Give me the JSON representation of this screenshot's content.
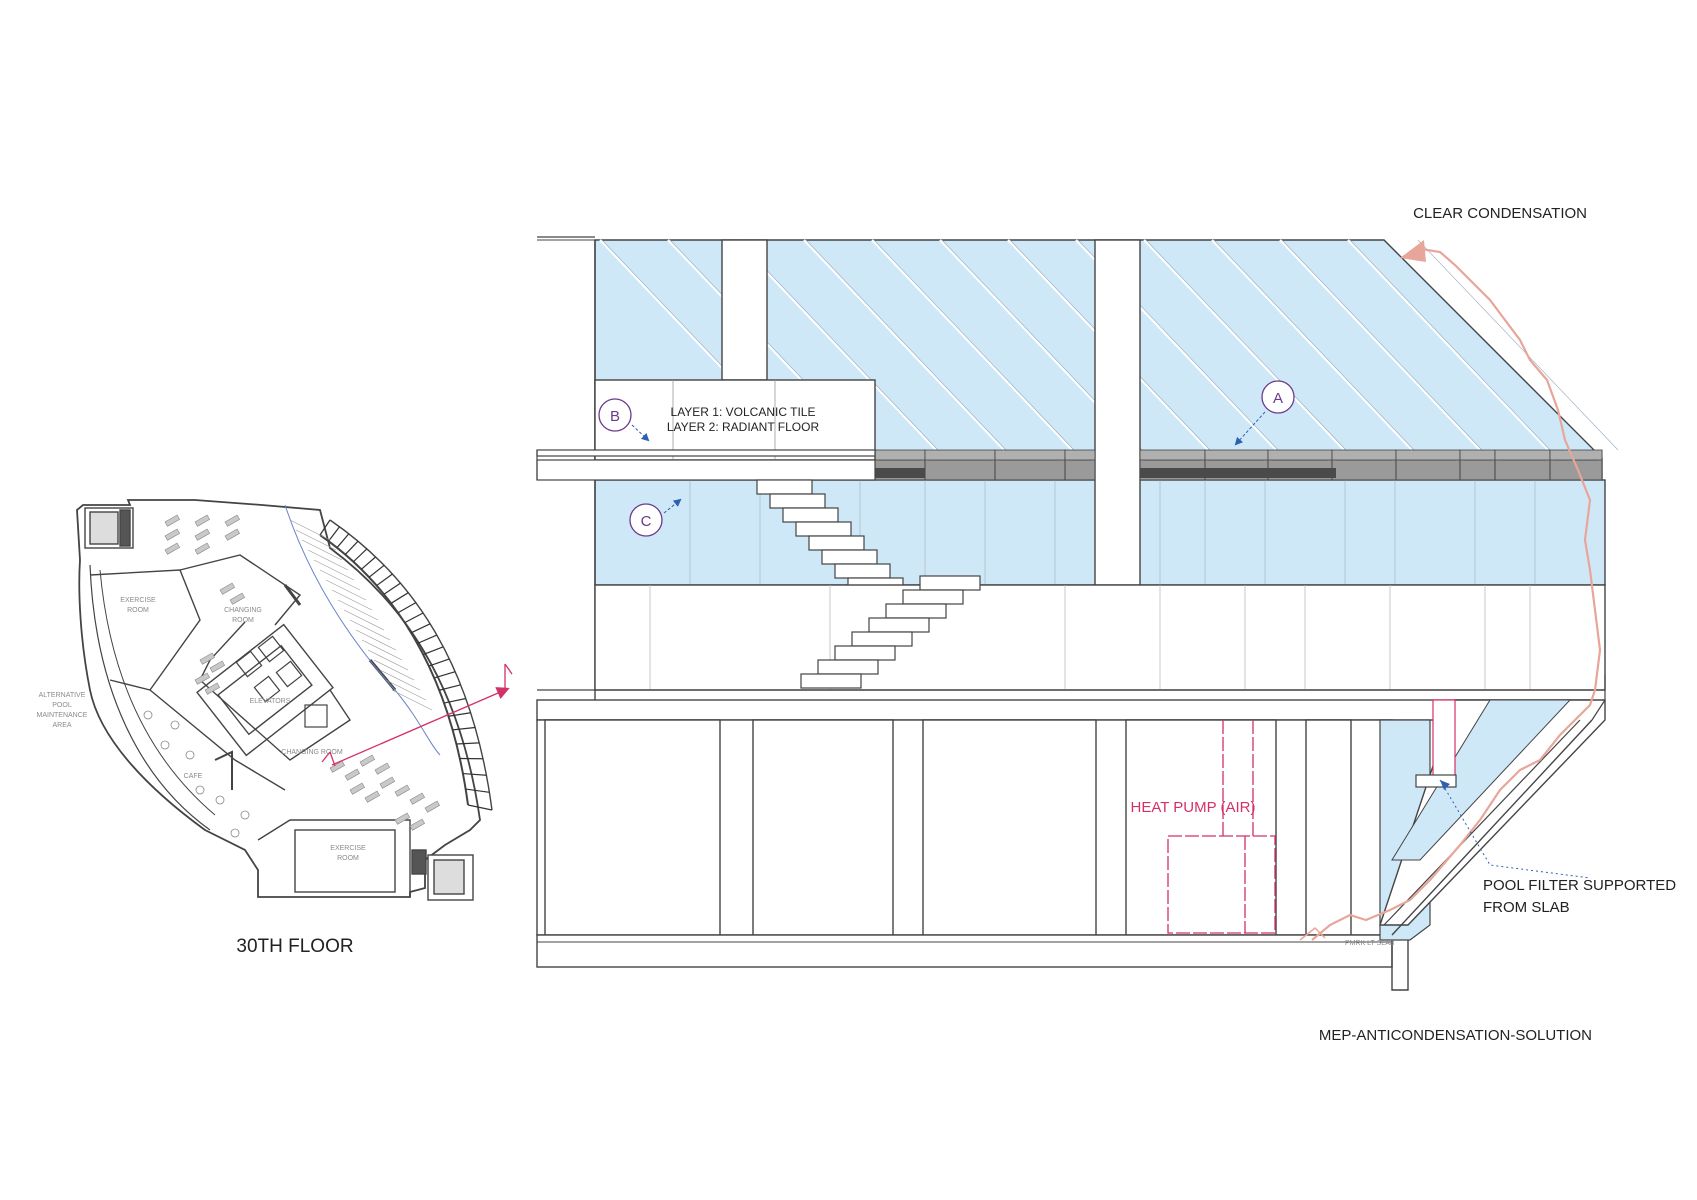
{
  "floor_plan": {
    "caption": "30TH FLOOR",
    "rooms": {
      "exercise_top": [
        "EXERCISE",
        "ROOM"
      ],
      "changing_top": [
        "CHANGING",
        "ROOM"
      ],
      "alt_pool": [
        "ALTERNATIVE",
        "POOL",
        "MAINTENANCE",
        "AREA"
      ],
      "elevators": "ELEVATORS",
      "changing_bottom": "CHANGING ROOM",
      "cafe": "CAFE",
      "exercise_bottom": [
        "EXERCISE",
        "ROOM"
      ]
    }
  },
  "section": {
    "clear_condensation": "CLEAR CONDENSATION",
    "layer1": "LAYER 1: VOLCANIC TILE",
    "layer2": "LAYER 2: RADIANT FLOOR",
    "marker_a": "A",
    "marker_b": "B",
    "marker_c": "C",
    "heat_pump": "HEAT PUMP (AIR)",
    "pool_filter_line1": "POOL FILTER SUPPORTED",
    "pool_filter_line2": "FROM SLAB",
    "caption": "MEP-ANTICONDENSATION-SOLUTION"
  },
  "colors": {
    "glass": "#cfe8f8",
    "annotation": "#d4306a",
    "marker": "#6a3a8c",
    "arrow": "#2f5fb3",
    "beam": "#9a9a9a",
    "beam_dark": "#4a4a4a",
    "airflow": "#e8a59a"
  }
}
